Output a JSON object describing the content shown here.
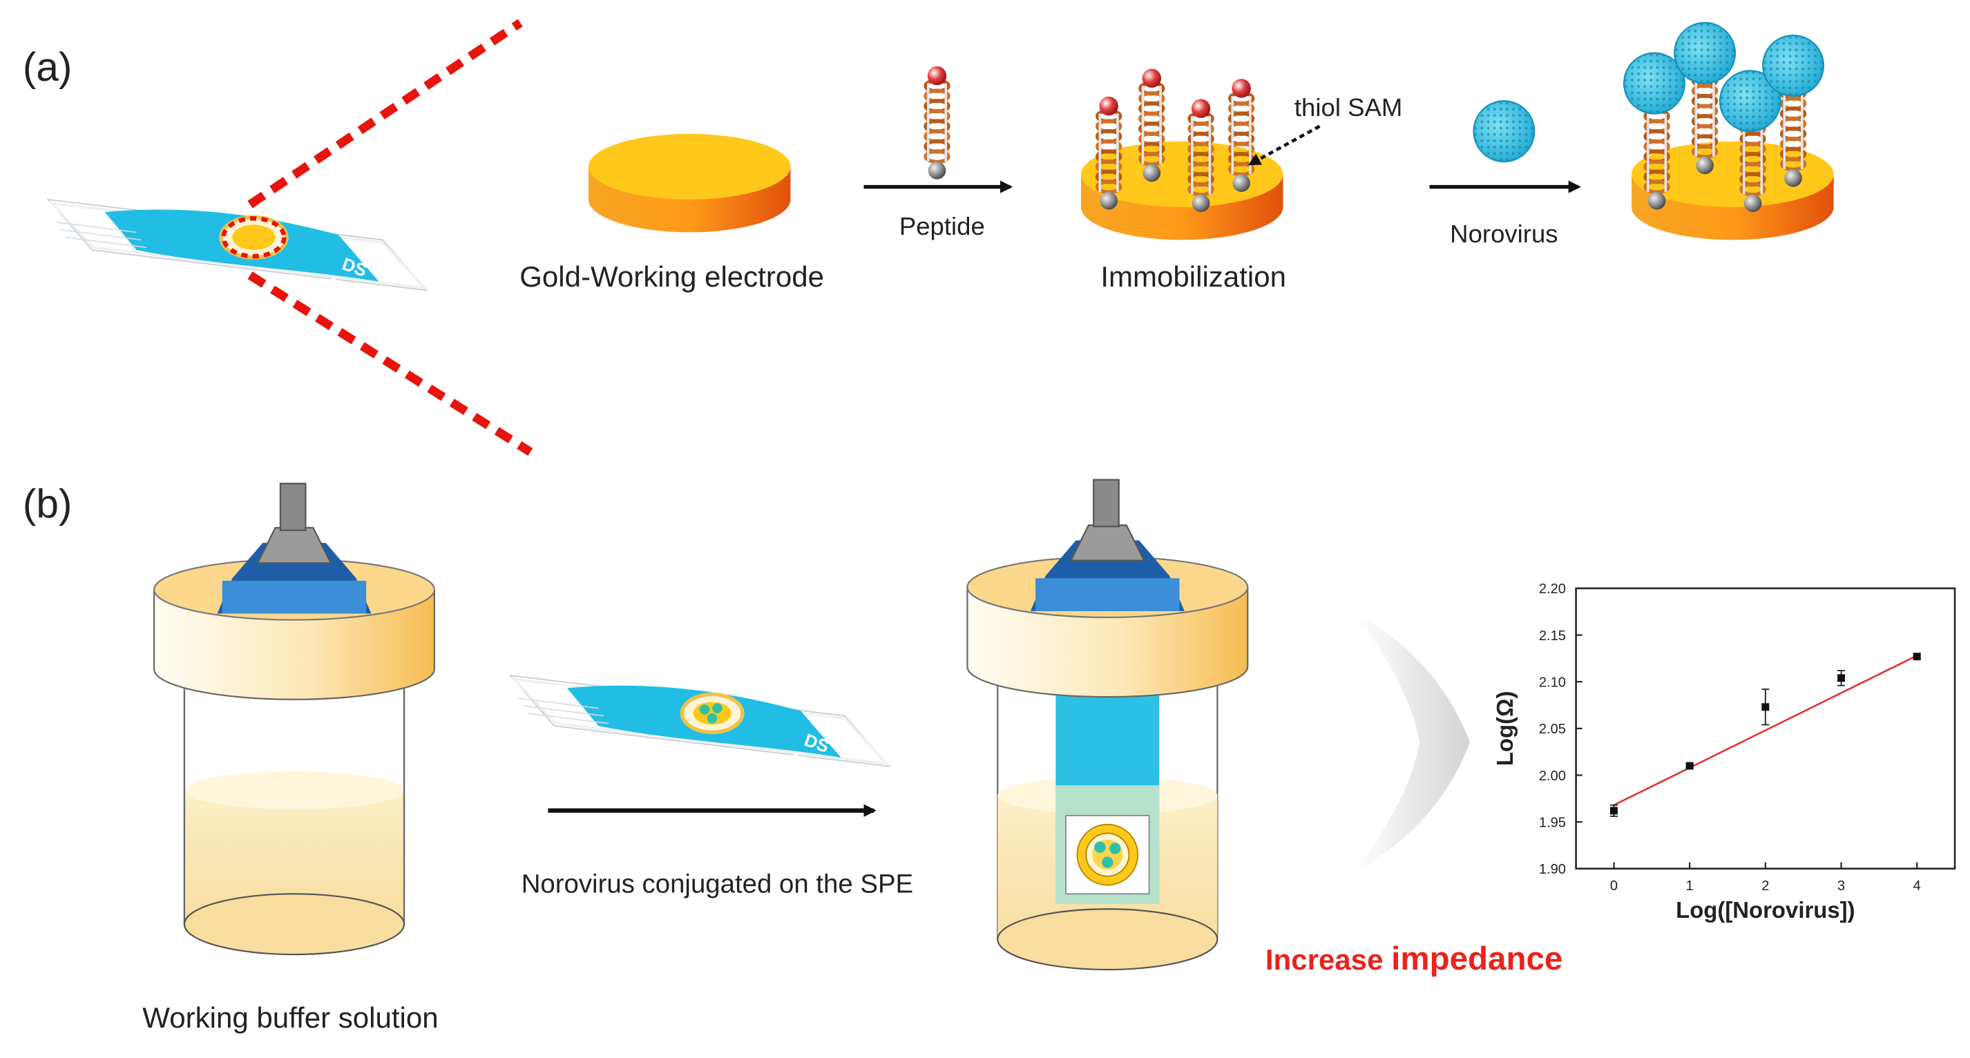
{
  "panels": {
    "a": {
      "label": "(a)",
      "electrode_label": "Gold-Working electrode",
      "arrow1_label": "Peptide",
      "immobilization_label": "Immobilization",
      "thiol_label": "thiol SAM",
      "arrow2_label": "Norovirus"
    },
    "b": {
      "label": "(b)",
      "buffer_label": "Working buffer solution",
      "conjugation_label": "Norovirus conjugated on the SPE",
      "impedance_label_1": "Increase ",
      "impedance_label_2": "impedance"
    }
  },
  "colors": {
    "gold_top": "#ffc81a",
    "gold_side": "#f08a1c",
    "virus": "#33bfe0",
    "strip_blue": "#22bde4",
    "red_dash": "#e8130c",
    "fit_line": "#e03030",
    "impedance_red": "#e8241c"
  },
  "chart_data": {
    "type": "scatter",
    "xlabel": "Log([Norovirus])",
    "ylabel": "Log(Ω)",
    "x": [
      0,
      1,
      2,
      3,
      4
    ],
    "y": [
      1.962,
      2.01,
      2.073,
      2.104,
      2.127
    ],
    "error": [
      0.006,
      0.002,
      0.019,
      0.008,
      0.003
    ],
    "fit": {
      "x": [
        0,
        4
      ],
      "y": [
        1.968,
        2.128
      ]
    },
    "xlim": [
      -0.5,
      4.5
    ],
    "ylim": [
      1.9,
      2.2
    ],
    "xticks": [
      "0",
      "1",
      "2",
      "3",
      "4"
    ],
    "yticks": [
      "1.90",
      "1.95",
      "2.00",
      "2.05",
      "2.10",
      "2.15",
      "2.20"
    ]
  }
}
